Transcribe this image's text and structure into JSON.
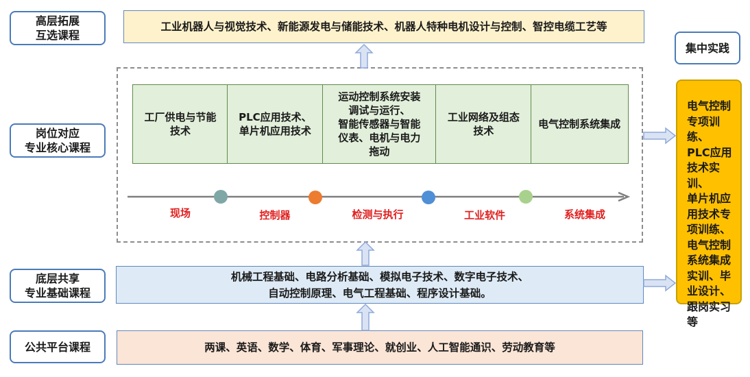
{
  "left_labels": {
    "top": [
      "高层拓展",
      "互选课程"
    ],
    "core": [
      "岗位对应",
      "专业核心课程"
    ],
    "base": [
      "底层共享",
      "专业基础课程"
    ],
    "public": "公共平台课程"
  },
  "top_bar": "工业机器人与视觉技术、新能源发电与储能技术、机器人特种电机设计与控制、智控电缆工艺等",
  "core_courses": [
    [
      "工厂供电与节能",
      "技术"
    ],
    [
      "PLC应用技术、",
      "单片机应用技术"
    ],
    [
      "运动控制系统安装",
      "调试与运行、",
      "智能传感器与智能",
      "仪表、电机与电力",
      "拖动"
    ],
    [
      "工业网络及组态",
      "技术"
    ],
    [
      "电气控制系统集成"
    ]
  ],
  "timeline": {
    "labels": [
      "现场",
      "控制器",
      "检测与执行",
      "工业软件",
      "系统集成"
    ],
    "dot_colors": [
      "#7fa7a6",
      "#ec7c30",
      "#4f8fd6",
      "#a9d18e"
    ]
  },
  "base_bar": [
    "机械工程基础、电路分析基础、模拟电子技术、数字电子技术、",
    "自动控制原理、电气工程基础、程序设计基础。"
  ],
  "public_bar": "两课、英语、数学、体育、军事理论、就创业、人工智能通识、劳动教育等",
  "practice": {
    "title": "集中实践",
    "lines": [
      "电气控制",
      "专项训练、",
      "PLC应用",
      "技术实训、",
      "单片机应",
      "用技术专",
      "项训练、",
      "电气控制",
      "系统集成",
      "实训、毕",
      "业设计、",
      "跟岗实习",
      "等"
    ]
  },
  "colors": {
    "label_border": "#4a7ab8",
    "top_bar_bg": "#fef2cc",
    "core_cell_bg": "#e2efda",
    "base_bar_bg": "#deebf7",
    "public_bar_bg": "#fbe5d6",
    "practice_bg": "#ffc000",
    "timeline_text": "#e02020",
    "arrow_fill": "#dae3f3",
    "arrow_stroke": "#8eaadb"
  }
}
